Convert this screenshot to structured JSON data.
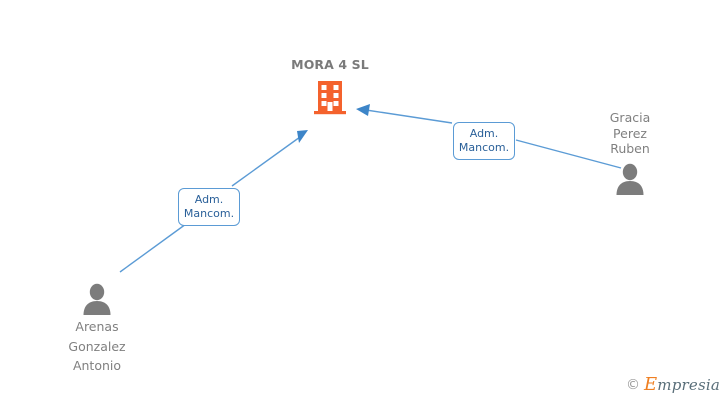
{
  "graph": {
    "company": {
      "name": "MORA 4 SL",
      "icon": "building-icon",
      "color": "#f4622d"
    },
    "persons": [
      {
        "id": "gracia-perez-ruben",
        "name_lines": [
          "Gracia",
          "Perez",
          "Ruben"
        ],
        "icon": "person-icon",
        "color": "#7c7c7c",
        "label_position": "above-icon"
      },
      {
        "id": "arenas-gonzalez-antonio",
        "name_lines": [
          "Arenas",
          "Gonzalez",
          "Antonio"
        ],
        "icon": "person-icon",
        "color": "#7c7c7c",
        "label_position": "below-icon"
      }
    ],
    "relations": [
      {
        "id": "relation-gracia-perez-ruben",
        "line1": "Adm.",
        "line2": "Mancom.",
        "from": "gracia-perez-ruben",
        "to": "MORA 4 SL"
      },
      {
        "id": "relation-arenas-gonzalez-antonio",
        "line1": "Adm.",
        "line2": "Mancom.",
        "from": "arenas-gonzalez-antonio",
        "to": "MORA 4 SL"
      }
    ],
    "edge_color": "#5b9bd5"
  },
  "watermark": {
    "copyright": "©",
    "brand_initial": "E",
    "brand_rest": "mpresia"
  }
}
